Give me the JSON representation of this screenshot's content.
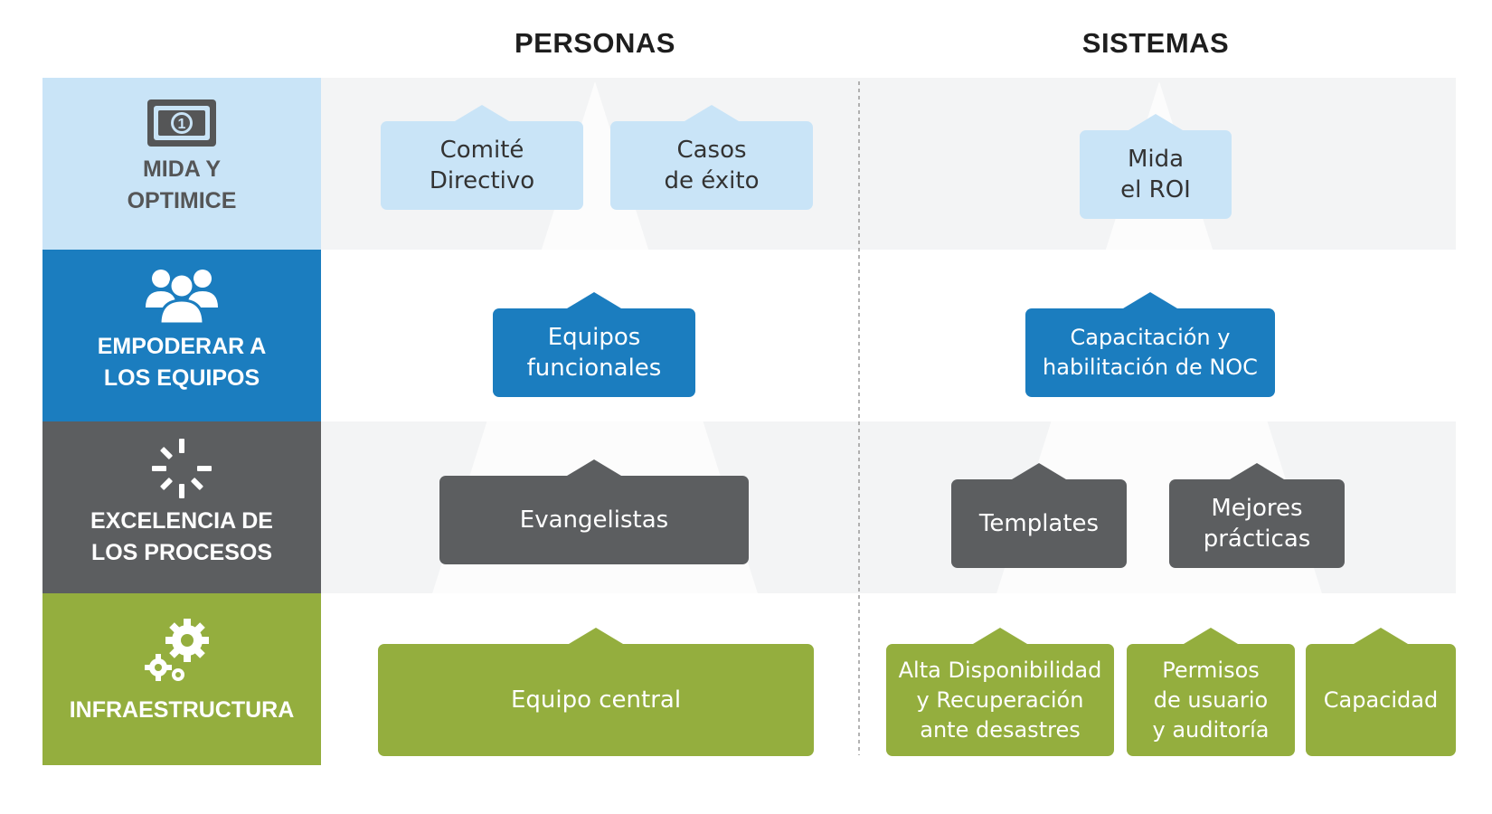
{
  "headers": {
    "personas": "PERSONAS",
    "sistemas": "SISTEMAS"
  },
  "rows": [
    {
      "label": "MIDA Y\nOPTIMICE",
      "icon": "money-bill-icon",
      "band_color": "#c9e4f7",
      "text_color": "#333333"
    },
    {
      "label": "EMPODERAR A\nLOS EQUIPOS",
      "icon": "team-people-icon",
      "band_color": "#1b7dbf",
      "text_color": "#ffffff"
    },
    {
      "label": "EXCELENCIA DE\nLOS PROCESOS",
      "icon": "loading-spinner-icon",
      "band_color": "#5c5e60",
      "text_color": "#ffffff"
    },
    {
      "label": "INFRAESTRUCTURA",
      "icon": "gears-icon",
      "band_color": "#94ae3e",
      "text_color": "#ffffff"
    }
  ],
  "personas": {
    "mida": [
      "Comité\nDirectivo",
      "Casos\nde éxito"
    ],
    "empoderar": [
      "Equipos\nfuncionales"
    ],
    "excelencia": [
      "Evangelistas"
    ],
    "infra": [
      "Equipo central"
    ]
  },
  "sistemas": {
    "mida": [
      "Mida\nel ROI"
    ],
    "empoderar": [
      "Capacitación y\nhabilitación de NOC"
    ],
    "excelencia": [
      "Templates",
      "Mejores\nprácticas"
    ],
    "infra": [
      "Alta Disponibilidad\ny Recuperación\nante desastres",
      "Permisos\nde usuario\ny auditoría",
      "Capacidad"
    ]
  },
  "colors": {
    "light_blue": "#c9e4f7",
    "blue": "#1b7dbf",
    "gray": "#5c5e60",
    "green": "#94ae3e",
    "band_gray": "#f3f4f5"
  }
}
